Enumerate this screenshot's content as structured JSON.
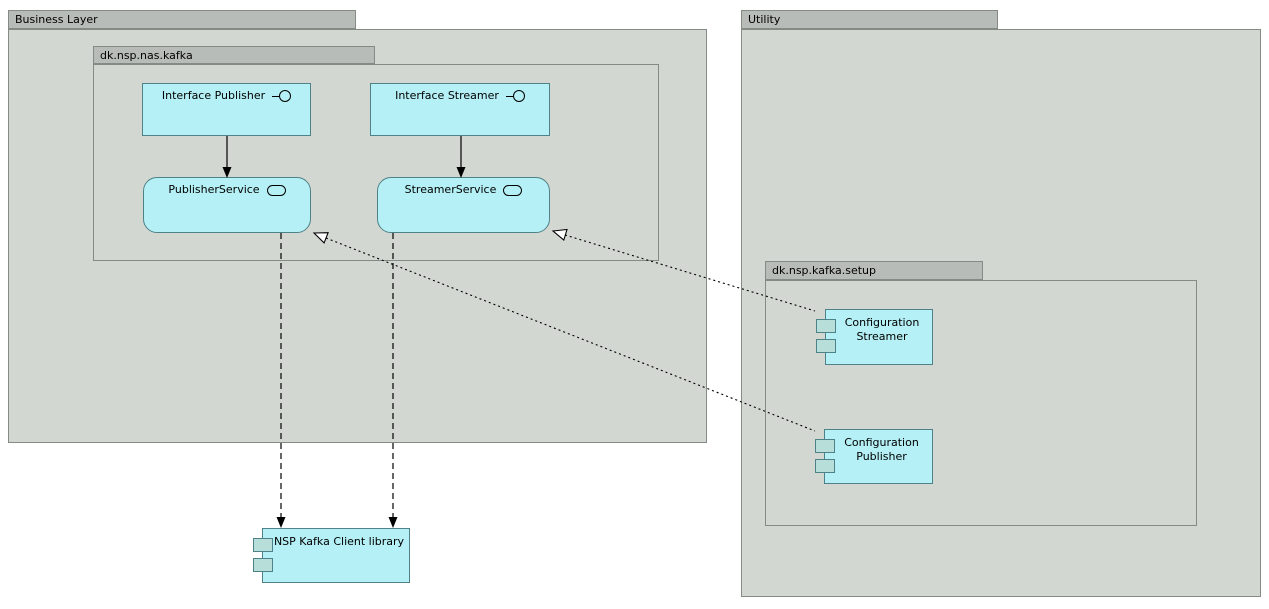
{
  "packages": {
    "business_layer": {
      "label": "Business Layer"
    },
    "dk_nsp_nas_kafka": {
      "label": "dk.nsp.nas.kafka"
    },
    "utility": {
      "label": "Utility"
    },
    "dk_nsp_kafka_setup": {
      "label": "dk.nsp.kafka.setup"
    }
  },
  "nodes": {
    "interface_publisher": {
      "label": "Interface Publisher",
      "type": "interface",
      "icon": "provided-interface-icon"
    },
    "interface_streamer": {
      "label": "Interface Streamer",
      "type": "interface",
      "icon": "provided-interface-icon"
    },
    "publisher_service": {
      "label": "PublisherService",
      "type": "service",
      "icon": "service-icon"
    },
    "streamer_service": {
      "label": "StreamerService",
      "type": "service",
      "icon": "service-icon"
    },
    "configuration_streamer": {
      "label": "Configuration Streamer",
      "type": "component",
      "icon": "component-icon"
    },
    "configuration_publisher": {
      "label": "Configuration Publisher",
      "type": "component",
      "icon": "component-icon"
    },
    "nsp_kafka_client_library": {
      "label": "NSP Kafka Client library",
      "type": "component",
      "icon": "component-icon"
    }
  },
  "edges": [
    {
      "from": "Interface Publisher",
      "to": "PublisherService",
      "line": "solid",
      "arrow": "filled-triangle"
    },
    {
      "from": "Interface Streamer",
      "to": "StreamerService",
      "line": "solid",
      "arrow": "filled-triangle"
    },
    {
      "from": "PublisherService",
      "to": "NSP Kafka Client library",
      "line": "dashed",
      "arrow": "filled-triangle"
    },
    {
      "from": "StreamerService",
      "to": "NSP Kafka Client library",
      "line": "dashed",
      "arrow": "filled-triangle"
    },
    {
      "from": "Configuration Publisher",
      "to": "PublisherService",
      "line": "dotted",
      "arrow": "hollow-triangle"
    },
    {
      "from": "Configuration Streamer",
      "to": "StreamerService",
      "line": "dotted",
      "arrow": "hollow-triangle"
    }
  ],
  "colors": {
    "background": "#ffffff",
    "package_body": "#d3d7d2",
    "package_tab": "#b8bcb8",
    "package_border": "#848a84",
    "node_fill": "#b4f0f5",
    "node_border": "#4e8287",
    "component_tab_fill": "#b7ded9",
    "edge": "#000000"
  }
}
